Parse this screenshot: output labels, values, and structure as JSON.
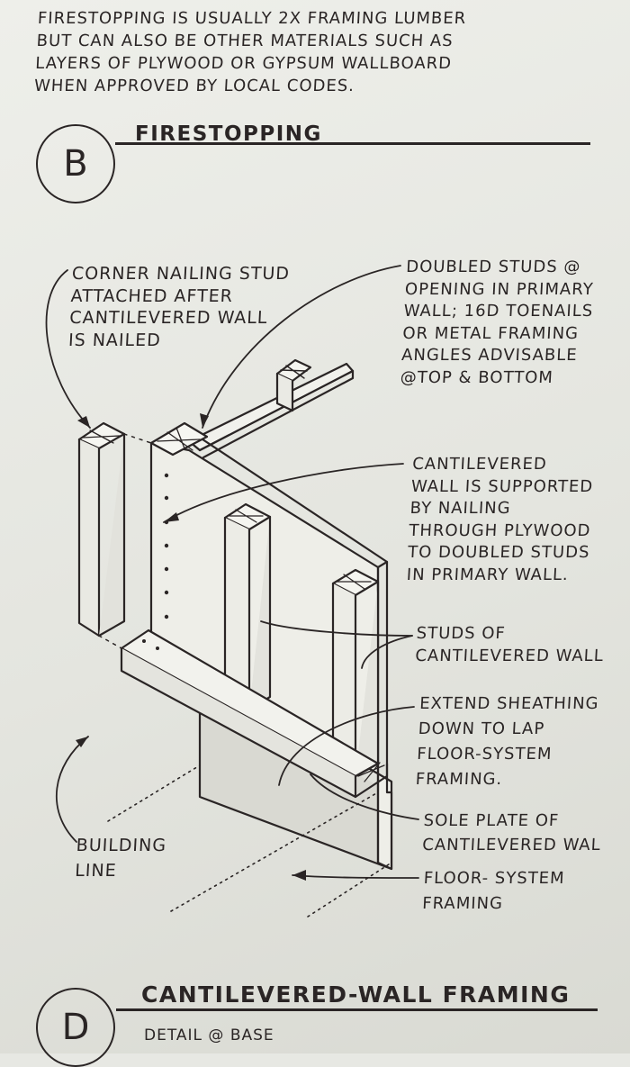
{
  "intro_note": {
    "lines": [
      "FIRESTOPPING IS USUALLY 2x FRAMING LUMBER",
      "BUT CAN ALSO BE OTHER MATERIALS SUCH AS",
      "LAYERS OF PLYWOOD OR GYPSUM WALLBOARD",
      "WHEN APPROVED BY LOCAL CODES."
    ]
  },
  "section_b": {
    "letter": "B",
    "title": "FIRESTOPPING"
  },
  "callouts": {
    "corner_stud": [
      "CORNER NAILING STUD",
      "ATTACHED AFTER",
      "CANTILEVERED WALL",
      "IS NAILED"
    ],
    "doubled_studs": [
      "DOUBLED STUDS @",
      "OPENING IN PRIMARY",
      "WALL; 16d TOENAILS",
      "OR METAL FRAMING",
      "ANGLES ADVISABLE",
      "@TOP & BOTTOM"
    ],
    "cantilevered_support": [
      "CANTILEVERED",
      "WALL IS SUPPORTED",
      "BY NAILING",
      "THROUGH PLYWOOD",
      "TO DOUBLED STUDS",
      "IN PRIMARY WALL."
    ],
    "studs": [
      "STUDS OF",
      "CANTILEVERED WALL"
    ],
    "sheathing": [
      "EXTEND SHEATHING",
      "DOWN TO LAP",
      "FLOOR-SYSTEM",
      "FRAMING."
    ],
    "sole_plate": [
      "SOLE PLATE OF",
      "CANTILEVERED WAL"
    ],
    "building_line": [
      "BUILDING",
      "LINE"
    ],
    "floor_system": [
      "FLOOR- SYSTEM",
      "FRAMING"
    ]
  },
  "section_d": {
    "letter": "D",
    "title": "CANTILEVERED-WALL FRAMING",
    "subtitle": "DETAIL @ BASE"
  }
}
